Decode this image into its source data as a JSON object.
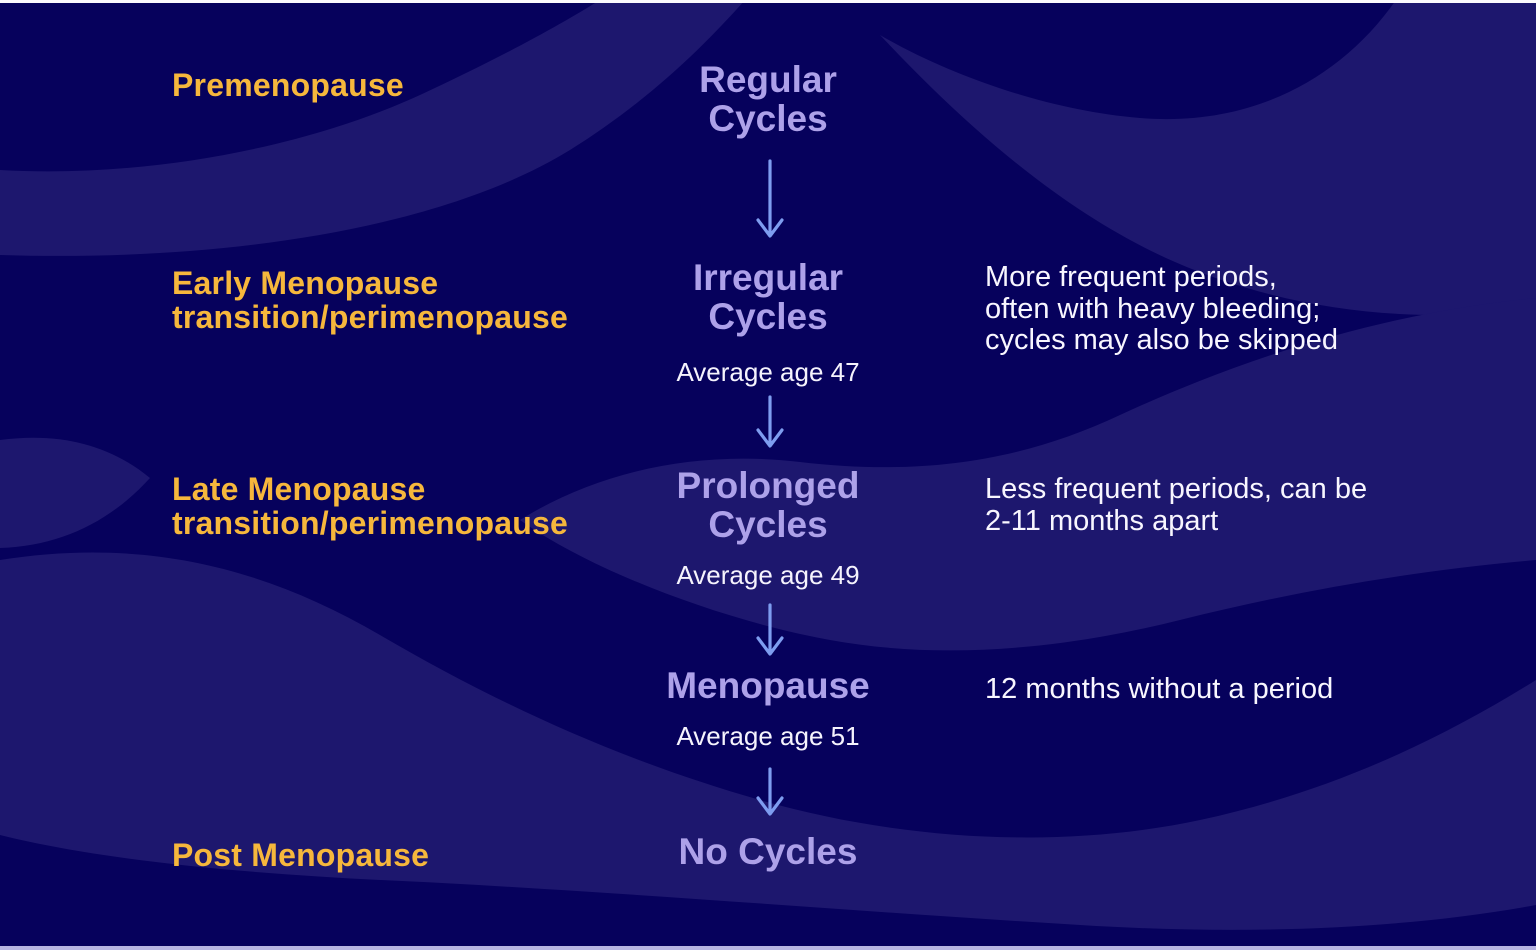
{
  "palette": {
    "background_dark": "#06015c",
    "background_wave": "#1d176e",
    "phase_label_color": "#f6b73c",
    "cycle_heading_color": "#ada1e9",
    "body_text_color": "#ffffff",
    "arrow_color": "#7e9df0",
    "top_border_color": "#fbfafd",
    "bottom_border_color": "#b6b4e2"
  },
  "stages": [
    {
      "phase": "Premenopause",
      "cycle": "Regular\nCycles",
      "avg_age": "",
      "note": ""
    },
    {
      "phase": "Early Menopause\ntransition/perimenopause",
      "cycle": "Irregular\nCycles",
      "avg_age": "Average age 47",
      "note": "More frequent periods,\noften with heavy bleeding;\ncycles may also be skipped"
    },
    {
      "phase": "Late Menopause\ntransition/perimenopause",
      "cycle": "Prolonged\nCycles",
      "avg_age": "Average age 49",
      "note": "Less frequent periods, can be\n2-11 months apart"
    },
    {
      "phase": "",
      "cycle": "Menopause",
      "avg_age": "Average age 51",
      "note": "12 months without a period"
    },
    {
      "phase": "Post Menopause",
      "cycle": "No Cycles",
      "avg_age": "",
      "note": ""
    }
  ]
}
